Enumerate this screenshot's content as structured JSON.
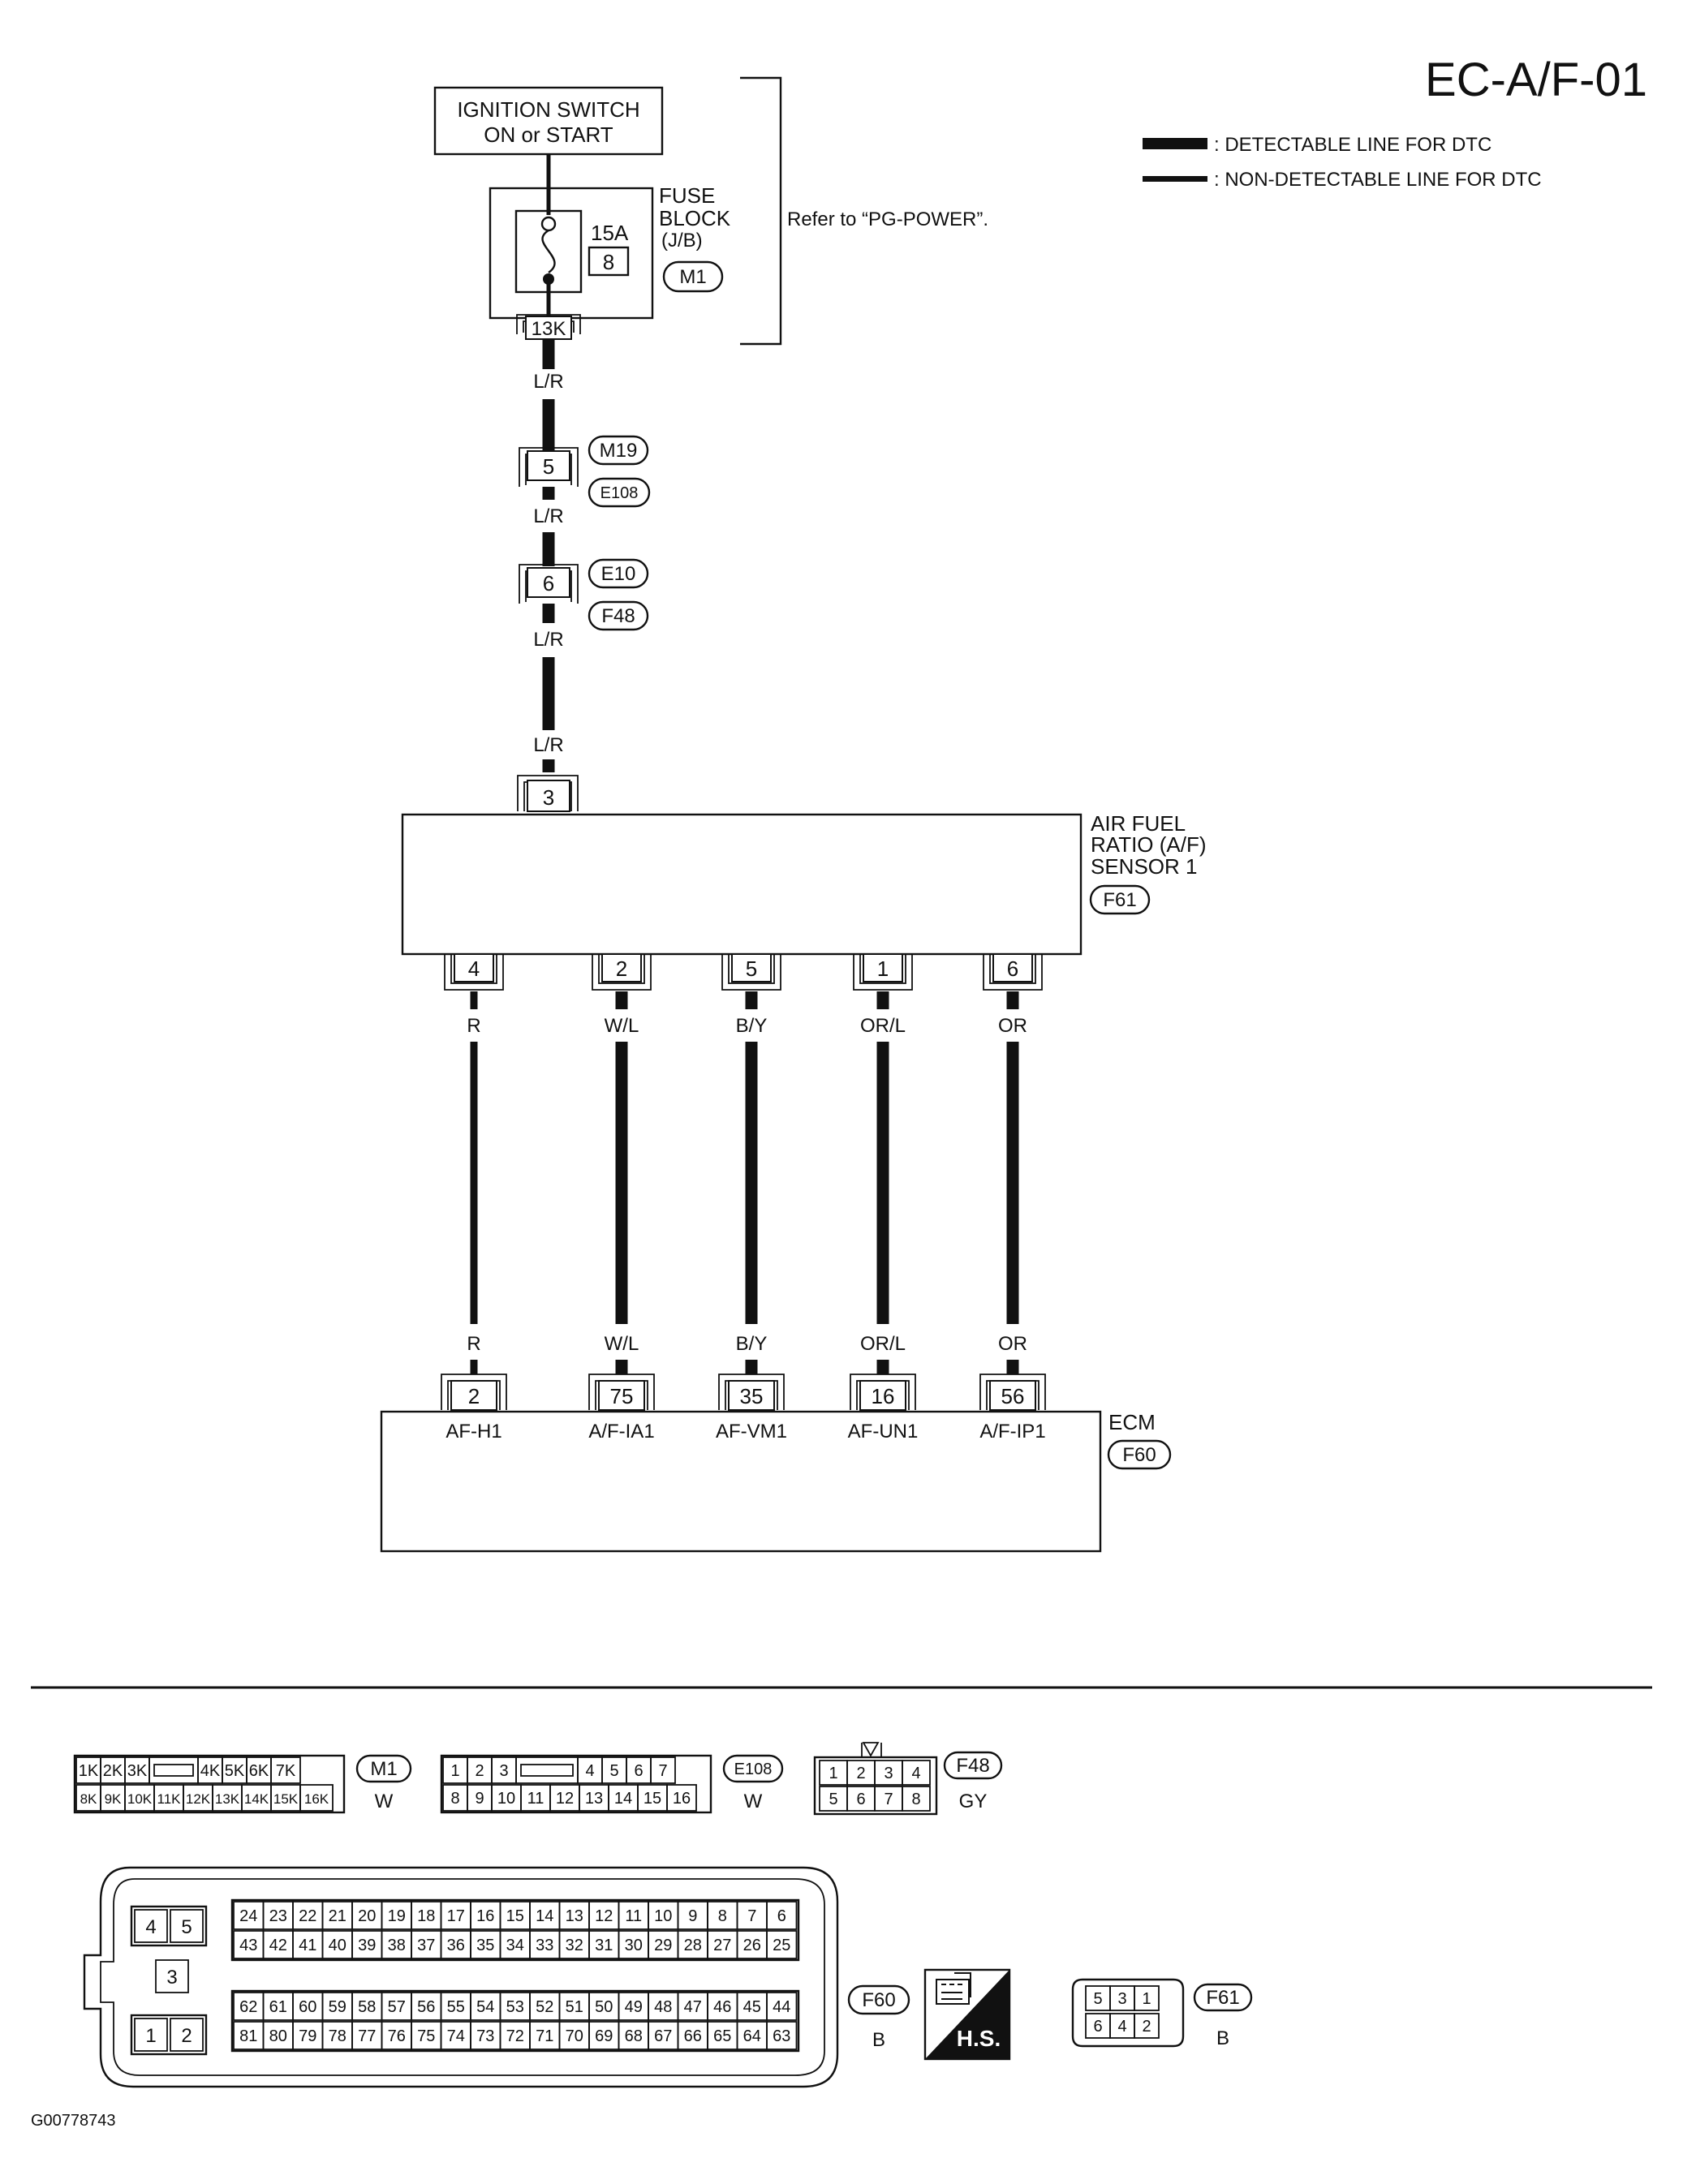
{
  "page_code": "EC-A/F-01",
  "legend": {
    "detectable": ": DETECTABLE LINE FOR DTC",
    "non_detectable": ": NON-DETECTABLE LINE FOR DTC"
  },
  "ignition": {
    "line1": "IGNITION SWITCH",
    "line2": "ON or START"
  },
  "fuse_block": {
    "line1": "FUSE",
    "line2": "BLOCK",
    "line3": "(J/B)",
    "amp": "15A",
    "fuse_no": "8",
    "connector": "M1",
    "terminal": "13K"
  },
  "refer_note": "Refer to “PG-POWER”.",
  "harness": {
    "wire_color": "L/R",
    "conn1": {
      "pin": "5",
      "top": "M19",
      "bottom": "E108"
    },
    "conn2": {
      "pin": "6",
      "top": "E10",
      "bottom": "F48"
    },
    "sensor_pin": "3"
  },
  "sensor": {
    "line1": "AIR FUEL",
    "line2": "RATIO (A/F)",
    "line3": "SENSOR 1",
    "connector": "F61"
  },
  "ecm": {
    "label": "ECM",
    "connector": "F60"
  },
  "wires": [
    {
      "sensor_pin": "4",
      "color": "R",
      "ecm_pin": "2",
      "signal": "AF-H1"
    },
    {
      "sensor_pin": "2",
      "color": "W/L",
      "ecm_pin": "75",
      "signal": "A/F-IA1"
    },
    {
      "sensor_pin": "5",
      "color": "B/Y",
      "ecm_pin": "35",
      "signal": "AF-VM1"
    },
    {
      "sensor_pin": "1",
      "color": "OR/L",
      "ecm_pin": "16",
      "signal": "AF-UN1"
    },
    {
      "sensor_pin": "6",
      "color": "OR",
      "ecm_pin": "56",
      "signal": "A/F-IP1"
    }
  ],
  "connectors": {
    "m1": {
      "id": "M1",
      "color": "W",
      "row1": [
        "1K",
        "2K",
        "3K",
        "",
        "4K",
        "5K",
        "6K",
        "7K"
      ],
      "row2": [
        "8K",
        "9K",
        "10K",
        "11K",
        "12K",
        "13K",
        "14K",
        "15K",
        "16K"
      ]
    },
    "e108": {
      "id": "E108",
      "color": "W",
      "row1": [
        "1",
        "2",
        "3",
        "",
        "4",
        "5",
        "6",
        "7"
      ],
      "row2": [
        "8",
        "9",
        "10",
        "11",
        "12",
        "13",
        "14",
        "15",
        "16"
      ]
    },
    "f48": {
      "id": "F48",
      "color": "GY",
      "row1": [
        "1",
        "2",
        "3",
        "4"
      ],
      "row2": [
        "5",
        "6",
        "7",
        "8"
      ]
    },
    "f60": {
      "id": "F60",
      "color": "B",
      "left_pins": [
        "4",
        "5",
        "3",
        "1",
        "2"
      ],
      "row1": [
        "24",
        "23",
        "22",
        "21",
        "20",
        "19",
        "18",
        "17",
        "16",
        "15",
        "14",
        "13",
        "12",
        "11",
        "10",
        "9",
        "8",
        "7",
        "6"
      ],
      "row2": [
        "43",
        "42",
        "41",
        "40",
        "39",
        "38",
        "37",
        "36",
        "35",
        "34",
        "33",
        "32",
        "31",
        "30",
        "29",
        "28",
        "27",
        "26",
        "25"
      ],
      "row3": [
        "62",
        "61",
        "60",
        "59",
        "58",
        "57",
        "56",
        "55",
        "54",
        "53",
        "52",
        "51",
        "50",
        "49",
        "48",
        "47",
        "46",
        "45",
        "44"
      ],
      "row4": [
        "81",
        "80",
        "79",
        "78",
        "77",
        "76",
        "75",
        "74",
        "73",
        "72",
        "71",
        "70",
        "69",
        "68",
        "67",
        "66",
        "65",
        "64",
        "63"
      ]
    },
    "f61": {
      "id": "F61",
      "color": "B",
      "row1": [
        "5",
        "3",
        "1"
      ],
      "row2": [
        "6",
        "4",
        "2"
      ]
    },
    "hs_label": "H.S."
  },
  "figure_id": "G00778743"
}
